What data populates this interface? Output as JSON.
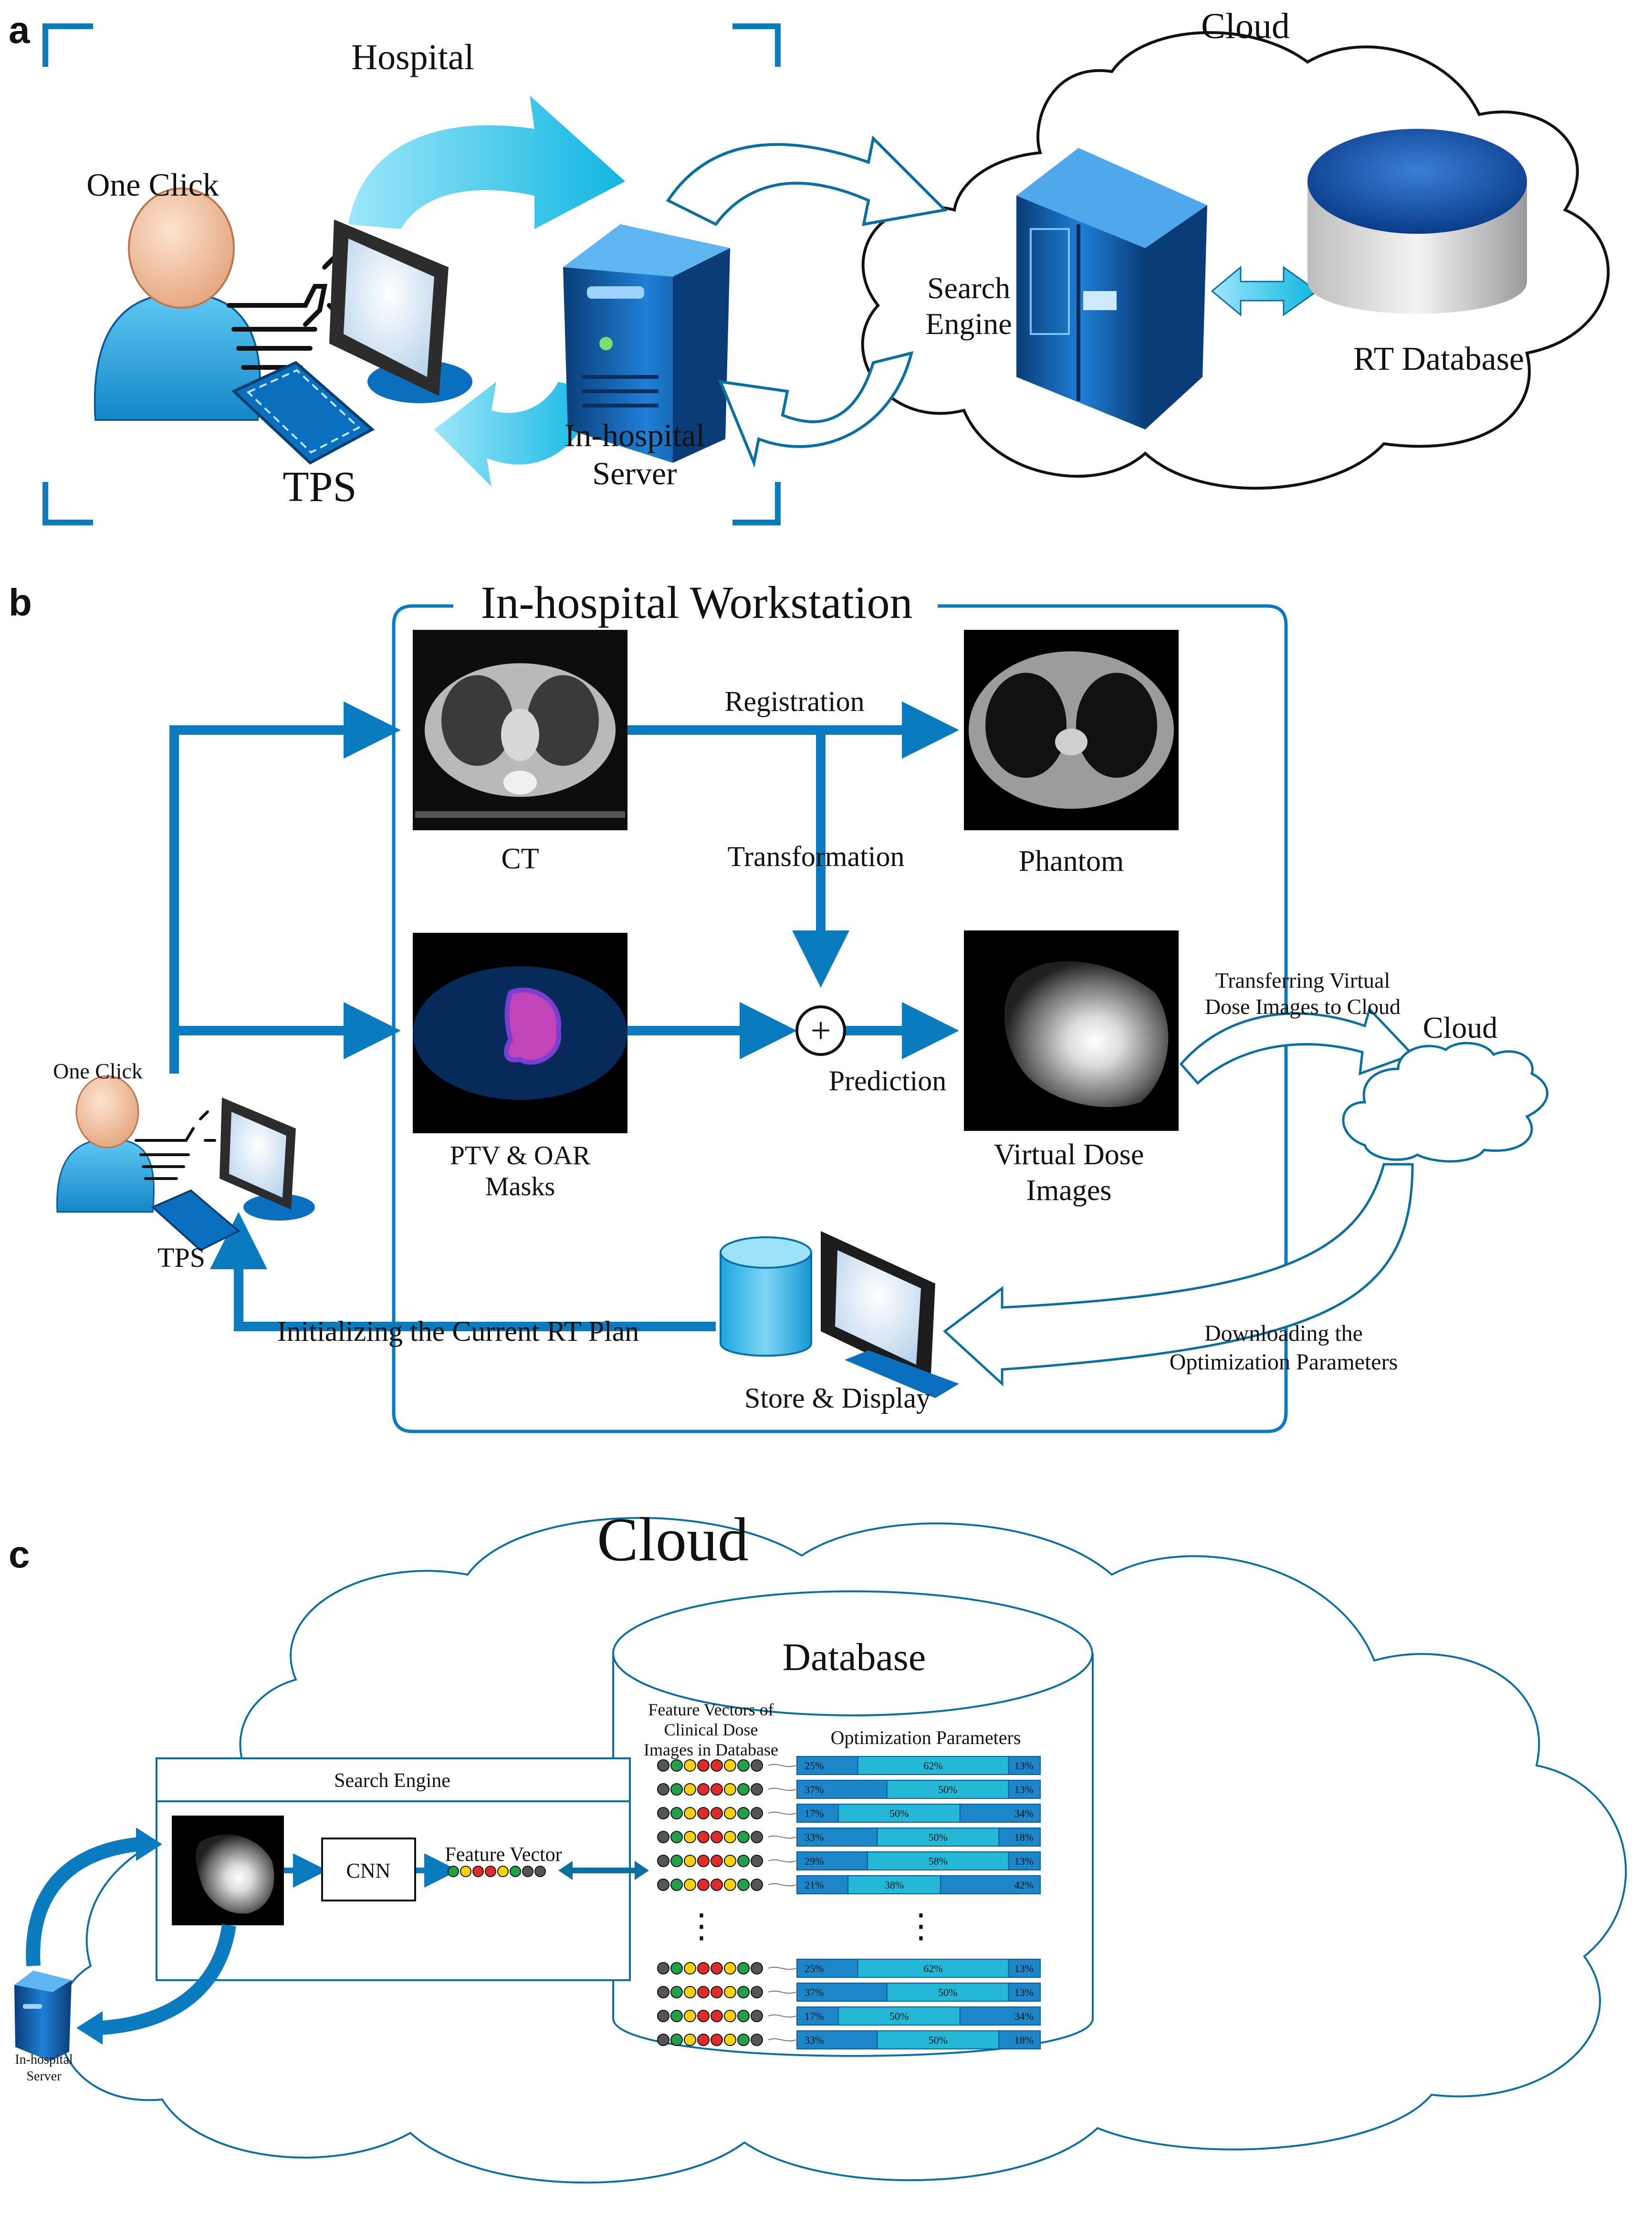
{
  "panels": {
    "a": "a",
    "b": "b",
    "c": "c"
  },
  "a": {
    "hospital": "Hospital",
    "cloud": "Cloud",
    "one_click": "One Click",
    "tps": "TPS",
    "server_l1": "In-hospital",
    "server_l2": "Server",
    "search_l1": "Search",
    "search_l2": "Engine",
    "rt_database": "RT Database"
  },
  "b": {
    "title": "In-hospital Workstation",
    "ct": "CT",
    "phantom": "Phantom",
    "registration": "Registration",
    "transformation": "Transformation",
    "masks_l1": "PTV & OAR",
    "masks_l2": "Masks",
    "plus": "+",
    "prediction": "Prediction",
    "vdi_l1": "Virtual Dose",
    "vdi_l2": "Images",
    "transfer_l1": "Transferring Virtual",
    "transfer_l2": "Dose Images to Cloud",
    "cloud": "Cloud",
    "one_click": "One Click",
    "tps": "TPS",
    "init": "Initializing the Current RT Plan",
    "store": "Store & Display",
    "download_l1": "Downloading the",
    "download_l2": "Optimization Parameters"
  },
  "c": {
    "cloud": "Cloud",
    "database": "Database",
    "fv_l1": "Feature Vectors of",
    "fv_l2": "Clinical Dose",
    "fv_l3": "Images in Database",
    "opt": "Optimization Parameters",
    "search_engine": "Search Engine",
    "cnn": "CNN",
    "feature_vector": "Feature Vector",
    "server_l1": "In-hospital",
    "server_l2": "Server",
    "vdots": "⋮",
    "rows": [
      {
        "a": "25%",
        "b": "62%",
        "c": "13%"
      },
      {
        "a": "37%",
        "b": "50%",
        "c": "13%"
      },
      {
        "a": "17%",
        "b": "50%",
        "c": "34%"
      },
      {
        "a": "33%",
        "b": "50%",
        "c": "18%"
      },
      {
        "a": "29%",
        "b": "58%",
        "c": "13%"
      },
      {
        "a": "21%",
        "b": "38%",
        "c": "42%"
      }
    ],
    "rows2": [
      {
        "a": "25%",
        "b": "62%",
        "c": "13%"
      },
      {
        "a": "37%",
        "b": "50%",
        "c": "13%"
      },
      {
        "a": "17%",
        "b": "50%",
        "c": "34%"
      },
      {
        "a": "33%",
        "b": "50%",
        "c": "18%"
      }
    ]
  },
  "colors": {
    "blue": "#0b7bbf",
    "cyan": "#29c4e8",
    "navy": "#0a3d78",
    "dark": "#1a1a1a"
  }
}
